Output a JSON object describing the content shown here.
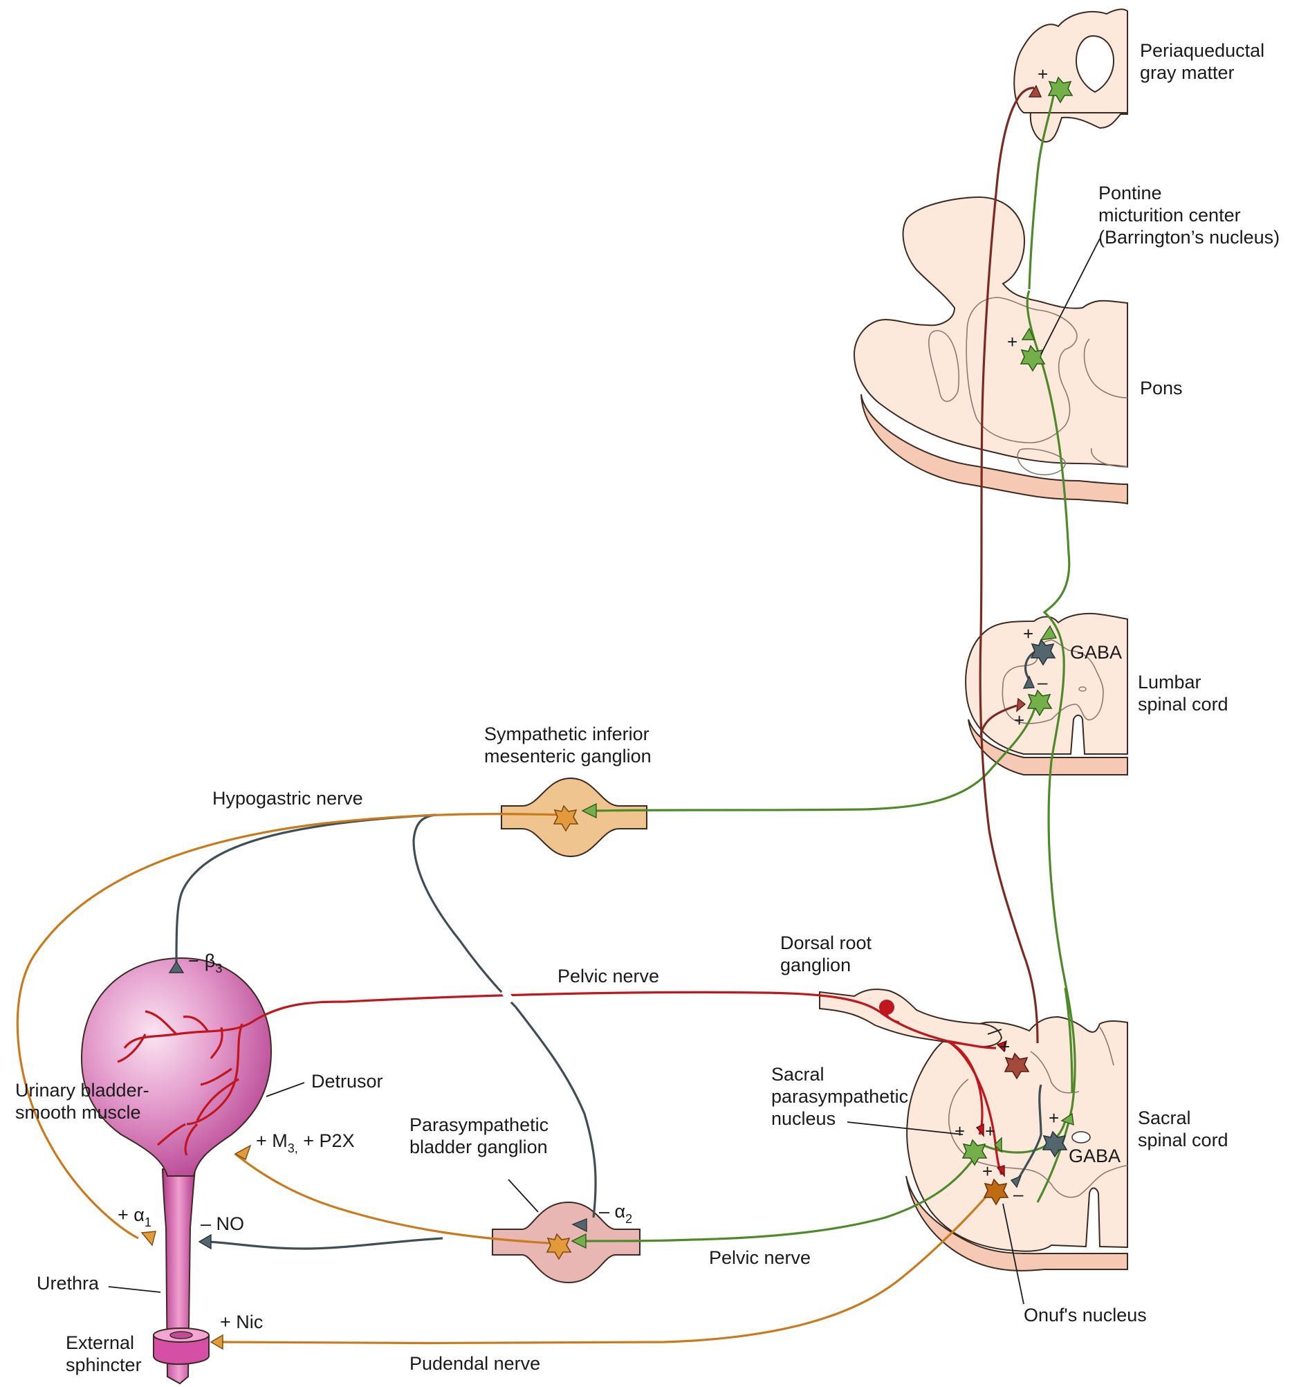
{
  "labels": {
    "pag_line1": "Periaqueductal",
    "pag_line2": "gray matter",
    "pmc_line1": "Pontine",
    "pmc_line2": "micturition center",
    "pmc_line3": "(Barrington’s nucleus)",
    "pons": "Pons",
    "gaba_lumbar": "GABA",
    "lumbar_line1": "Lumbar",
    "lumbar_line2": "spinal cord",
    "sympathetic_line1": "Sympathetic inferior",
    "sympathetic_line2": "mesenteric ganglion",
    "hypogastric": "Hypogastric nerve",
    "beta3_sign": "−",
    "beta3_main": "β",
    "beta3_sub": "3",
    "dorsal_root_line1": "Dorsal root",
    "dorsal_root_line2": "ganglion",
    "pelvic_top": "Pelvic nerve",
    "detrusor": "Detrusor",
    "bladder_line1": "Urinary bladder-",
    "bladder_line2": "smooth muscle",
    "m3_prefix": "+ M",
    "m3_sub": "3,",
    "m3_suffix": " + P2X",
    "parasym_line1": "Parasympathetic",
    "parasym_line2": "bladder ganglion",
    "sacral_parasym_line1": "Sacral",
    "sacral_parasym_line2": "parasympathetic",
    "sacral_parasym_line3": "nucleus",
    "sacral_line1": "Sacral",
    "sacral_line2": "spinal cord",
    "gaba_sacral": "GABA",
    "alpha1_prefix": "+ α",
    "alpha1_sub": "1",
    "no_label": "– NO",
    "alpha2_prefix": "– α",
    "alpha2_sub": "2",
    "pelvic_bottom": "Pelvic nerve",
    "urethra": "Urethra",
    "nic": "+ Nic",
    "ext_line1": "External",
    "ext_line2": "sphincter",
    "pudendal": "Pudendal nerve",
    "onuf": "Onuf's nucleus"
  },
  "signs": {
    "plus": "+",
    "minus": "–"
  },
  "colors": {
    "excitatory_pathway": "#4e8a2a",
    "afferent": "#c0161d",
    "descending": "#7a2a22",
    "sympathetic_motor": "#c97a1c",
    "inhibitory": "#3f4e54",
    "bladder": "#c24b9a",
    "tissue": "#fde8dc"
  }
}
